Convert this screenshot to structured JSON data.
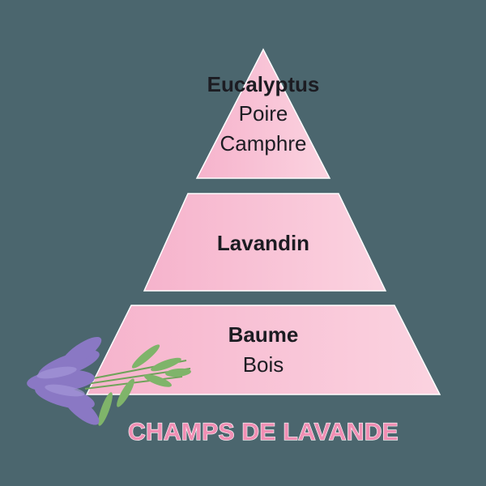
{
  "diagram": {
    "type": "fragrance-pyramid",
    "tiers": [
      {
        "name": "top",
        "notes": [
          "Eucalyptus",
          "Poire",
          "Camphre"
        ]
      },
      {
        "name": "heart",
        "notes": [
          "Lavandin"
        ]
      },
      {
        "name": "base",
        "notes": [
          "Baume",
          "Bois"
        ]
      }
    ],
    "title": "CHAMPS DE LAVANDE"
  },
  "colors": {
    "background": "#4b666e",
    "tier_fill_left": "#f6b3cc",
    "tier_fill_right": "#fbd3e0",
    "title": "#f08fb4",
    "text": "#1c1c22"
  }
}
